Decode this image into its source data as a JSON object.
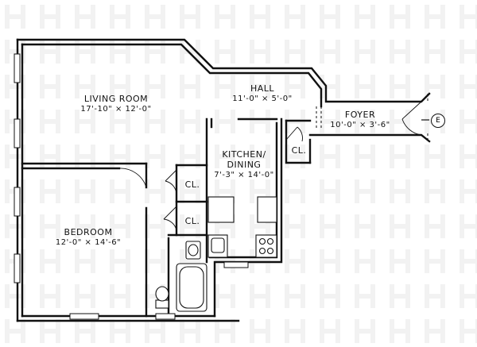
{
  "rooms": {
    "living": {
      "name": "LIVING ROOM",
      "dims": "17'-10\" × 12'-0\""
    },
    "hall": {
      "name": "HALL",
      "dims": "11'-0\" × 5'-0\""
    },
    "foyer": {
      "name": "FOYER",
      "dims": "10'-0\" × 3'-6\""
    },
    "kitchen": {
      "name_line1": "KITCHEN/",
      "name_line2": "DINING",
      "dims": "7'-3\" × 14'-0\""
    },
    "bedroom": {
      "name": "BEDROOM",
      "dims": "12'-0\" × 14'-6\""
    }
  },
  "closets": {
    "cl1": "CL.",
    "cl2": "CL.",
    "cl3": "CL."
  },
  "entry": {
    "symbol": "E"
  }
}
